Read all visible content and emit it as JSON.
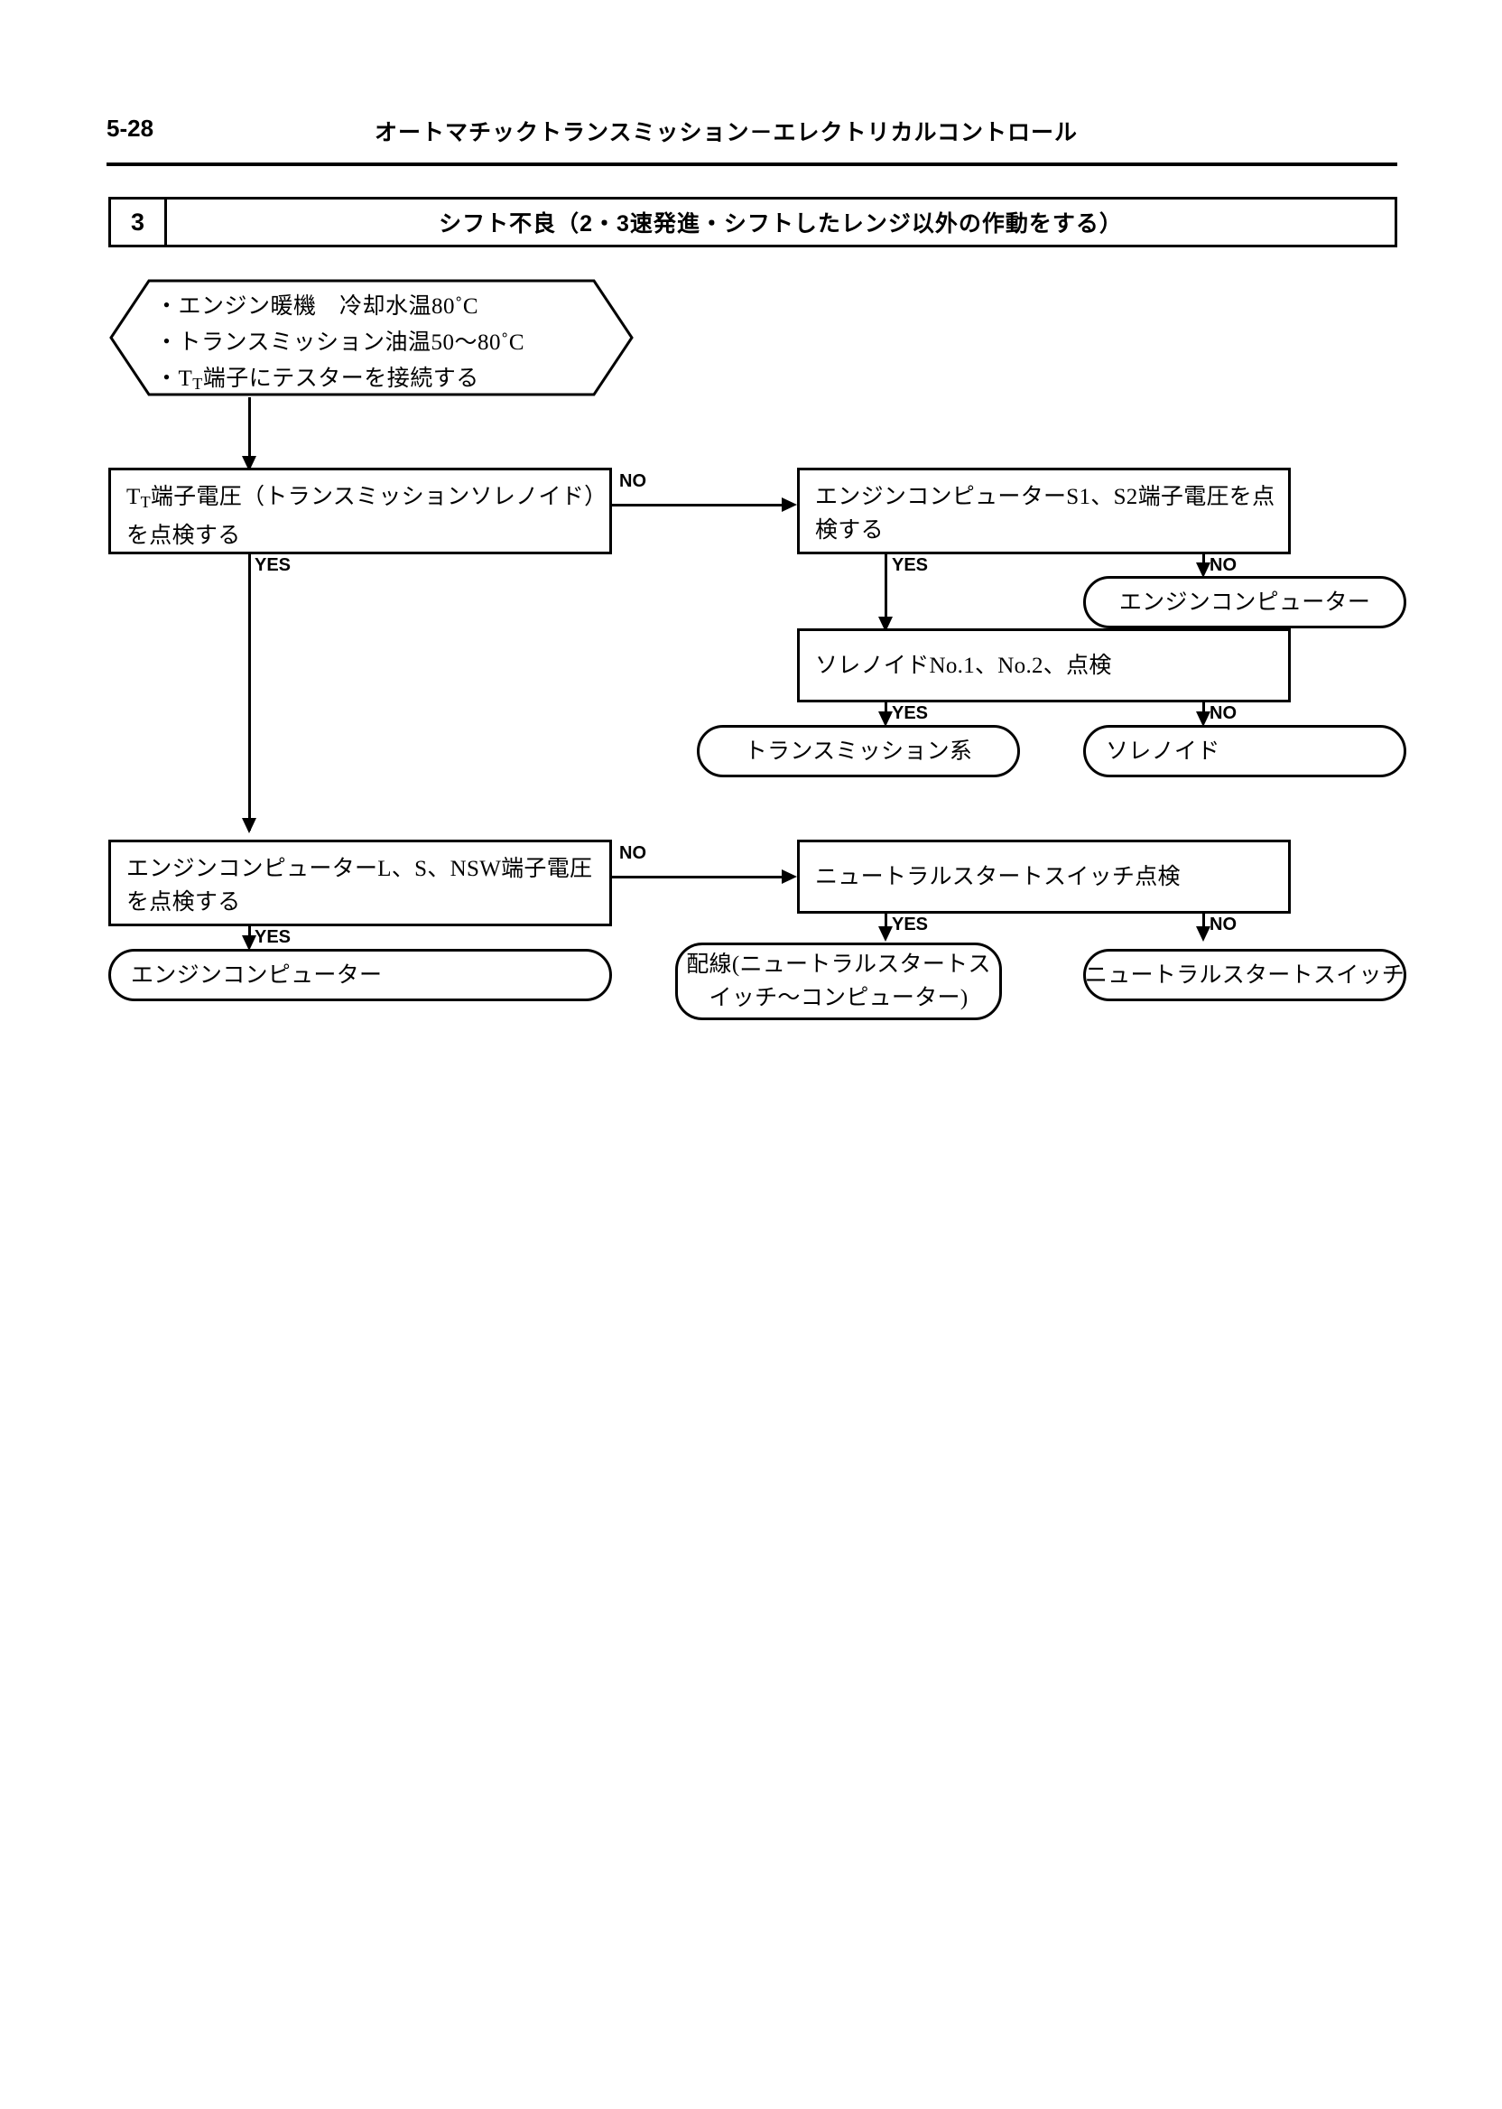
{
  "page": {
    "number": "5-28",
    "header_title": "オートマチックトランスミッション－エレクトリカルコントロール"
  },
  "section": {
    "number": "3",
    "title": "シフト不良（2・3速発進・シフトしたレンジ以外の作動をする）"
  },
  "flowchart": {
    "start": {
      "line1": "・エンジン暖機　冷却水温80˚C",
      "line2": "・トランスミッション油温50～80˚C",
      "line3_pre": "・T",
      "line3_sub": "T",
      "line3_post": "端子にテスターを接続する"
    },
    "step1": {
      "line1_pre": "T",
      "line1_sub": "T",
      "line1_post": "端子電圧（トランスミッションソレノイド）",
      "line2": "を点検する"
    },
    "step2": {
      "line1": "エンジンコンピューターS1、S2端子電圧を点",
      "line2": "検する"
    },
    "step3": {
      "line1": "ソレノイドNo.1、No.2、点検"
    },
    "step4": {
      "line1": "エンジンコンピューターL、S、NSW端子電圧",
      "line2": "を点検する"
    },
    "step5": {
      "line1": "ニュートラルスタートスイッチ点検"
    },
    "results": {
      "engine_computer_a": "エンジンコンピューター",
      "transmission_system": "トランスミッション系",
      "solenoid": "ソレノイド",
      "engine_computer_b": "エンジンコンピューター",
      "wiring_line1": "配線(ニュートラルスタートス",
      "wiring_line2": "イッチ～コンピューター)",
      "neutral_start_switch": "ニュートラルスタートスイッチ"
    },
    "labels": {
      "yes": "YES",
      "no": "NO"
    }
  }
}
